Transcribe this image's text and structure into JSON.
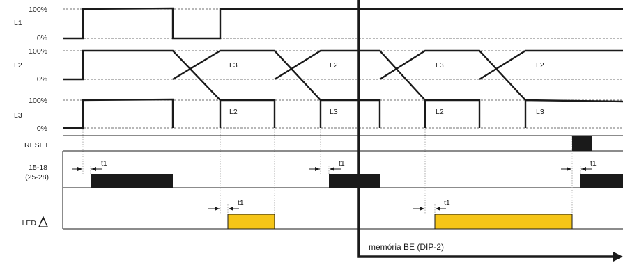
{
  "channels": {
    "l1": {
      "label": "L1",
      "top": "100%",
      "bottom": "0%"
    },
    "l2": {
      "label": "L2",
      "top": "100%",
      "bottom": "0%"
    },
    "l3": {
      "label": "L3",
      "top": "100%",
      "bottom": "0%"
    },
    "reset": {
      "label": "RESET"
    },
    "relay": {
      "label_line1": "15-18",
      "label_line2": "(25-28)"
    },
    "led": {
      "label": "LED"
    }
  },
  "wave_labels": {
    "l2_a": "L3",
    "l2_b": "L2",
    "l2_c": "L3",
    "l2_d": "L2",
    "l3_a": "L2",
    "l3_b": "L3",
    "l3_c": "L2",
    "l3_d": "L3"
  },
  "delays": {
    "t1": "t1"
  },
  "memory": {
    "label": "memória BE (DIP-2)"
  },
  "colors": {
    "line": "#1a1a1a",
    "led_fill": "#f5c518",
    "relay_fill": "#1a1a1a",
    "dotted": "#9a9a9a",
    "led_icon": "warning-triangle-icon"
  }
}
